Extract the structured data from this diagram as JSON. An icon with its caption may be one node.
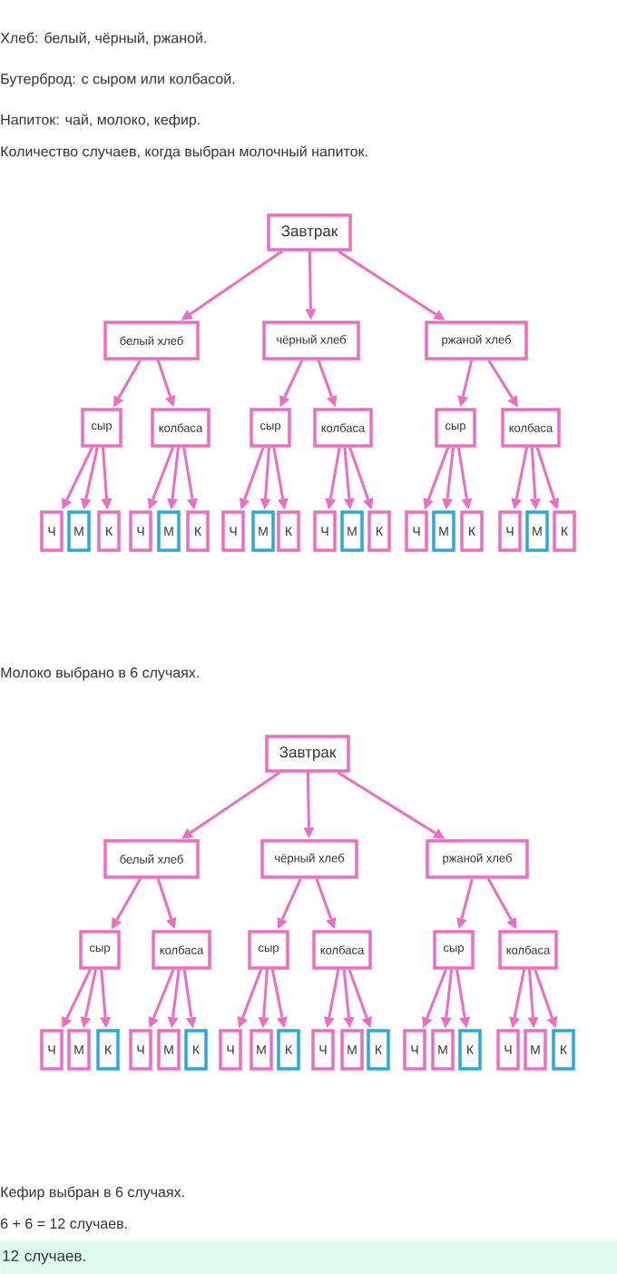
{
  "diagram": {
    "nodes": [
      {
        "text": [
          "Завтрак"
        ]
      },
      {
        "text": [
          "белый хлеб"
        ]
      },
      {
        "text": [
          "чёрный хлеб"
        ]
      },
      {
        "text": [
          "ржаной хлеб"
        ]
      },
      {
        "text": [
          "сыр"
        ]
      },
      {
        "text": [
          "колбаса"
        ]
      },
      {
        "text": [
          "сыр"
        ]
      },
      {
        "text": [
          "колбаса"
        ]
      },
      {
        "text": [
          "сыр"
        ]
      },
      {
        "text": [
          "колбаса"
        ]
      },
      {
        "text": [
          "Ч"
        ]
      },
      {
        "text": [
          "М"
        ]
      },
      {
        "text": [
          "К"
        ]
      },
      {
        "text": [
          "Ч"
        ]
      },
      {
        "text": [
          "М"
        ]
      },
      {
        "text": [
          "К"
        ]
      },
      {
        "text": [
          "Ч"
        ]
      },
      {
        "text": [
          "М"
        ]
      },
      {
        "text": [
          "К"
        ]
      },
      {
        "text": [
          "Ч"
        ]
      },
      {
        "text": [
          "М"
        ]
      },
      {
        "text": [
          "К"
        ]
      },
      {
        "text": [
          "Ч"
        ]
      },
      {
        "text": [
          "М"
        ]
      },
      {
        "text": [
          "К"
        ]
      },
      {
        "text": [
          "Ч"
        ]
      },
      {
        "text": [
          "М"
        ]
      },
      {
        "text": [
          "К"
        ]
      },
      {
        "text": [
          "Завтрак"
        ]
      },
      {
        "text": [
          "белый хлеб"
        ]
      },
      {
        "text": [
          "чёрный хлеб"
        ]
      },
      {
        "text": [
          "ржаной хлеб"
        ]
      },
      {
        "text": [
          "сыр"
        ]
      },
      {
        "text": [
          "колбаса"
        ]
      },
      {
        "text": [
          "сыр"
        ]
      },
      {
        "text": [
          "колбаса"
        ]
      },
      {
        "text": [
          "сыр"
        ]
      },
      {
        "text": [
          "колбаса"
        ]
      },
      {
        "text": [
          "Ч"
        ]
      },
      {
        "text": [
          "М"
        ]
      },
      {
        "text": [
          "К"
        ]
      },
      {
        "text": [
          "Ч"
        ]
      },
      {
        "text": [
          "М"
        ]
      },
      {
        "text": [
          "К"
        ]
      },
      {
        "text": [
          "Ч"
        ]
      },
      {
        "text": [
          "М"
        ]
      },
      {
        "text": [
          "К"
        ]
      },
      {
        "text": [
          "Ч"
        ]
      },
      {
        "text": [
          "М"
        ]
      },
      {
        "text": [
          "К"
        ]
      },
      {
        "text": [
          "Ч"
        ]
      },
      {
        "text": [
          "М"
        ]
      },
      {
        "text": [
          "К"
        ]
      },
      {
        "text": [
          "Ч"
        ]
      },
      {
        "text": [
          "М"
        ]
      },
      {
        "text": [
          "К"
        ]
      },
      {
        "text": [
          "12 случаев."
        ]
      }
    ],
    "edges": [
      {
        "from": 0,
        "to": 1,
        "arrow": "to"
      },
      {
        "from": 0,
        "to": 2,
        "arrow": "to"
      },
      {
        "from": 0,
        "to": 3,
        "arrow": "to"
      },
      {
        "from": 1,
        "to": 4,
        "arrow": "to"
      },
      {
        "from": 1,
        "to": 5,
        "arrow": "to"
      },
      {
        "from": 2,
        "to": 6,
        "arrow": "to"
      },
      {
        "from": 2,
        "to": 7,
        "arrow": "to"
      },
      {
        "from": 3,
        "to": 8,
        "arrow": "to"
      },
      {
        "from": 3,
        "to": 9,
        "arrow": "to"
      },
      {
        "from": 4,
        "to": 10,
        "arrow": "to"
      },
      {
        "from": 4,
        "to": 11,
        "arrow": "to"
      },
      {
        "from": 4,
        "to": 12,
        "arrow": "to"
      },
      {
        "from": 5,
        "to": 13,
        "arrow": "to"
      },
      {
        "from": 5,
        "to": 14,
        "arrow": "to"
      },
      {
        "from": 5,
        "to": 15,
        "arrow": "to"
      },
      {
        "from": 6,
        "to": 16,
        "arrow": "to"
      },
      {
        "from": 6,
        "to": 17,
        "arrow": "to"
      },
      {
        "from": 6,
        "to": 18,
        "arrow": "to"
      },
      {
        "from": 7,
        "to": 19,
        "arrow": "to"
      },
      {
        "from": 7,
        "to": 20,
        "arrow": "to"
      },
      {
        "from": 7,
        "to": 21,
        "arrow": "to"
      },
      {
        "from": 8,
        "to": 22,
        "arrow": "to"
      },
      {
        "from": 8,
        "to": 23,
        "arrow": "to"
      },
      {
        "from": 8,
        "to": 24,
        "arrow": "to"
      },
      {
        "from": 9,
        "to": 25,
        "arrow": "to"
      },
      {
        "from": 9,
        "to": 26,
        "arrow": "to"
      },
      {
        "from": 9,
        "to": 27,
        "arrow": "to"
      },
      {
        "from": 28,
        "to": 29,
        "arrow": "to"
      },
      {
        "from": 28,
        "to": 30,
        "arrow": "to"
      },
      {
        "from": 28,
        "to": 31,
        "arrow": "to"
      },
      {
        "from": 29,
        "to": 32,
        "arrow": "to"
      },
      {
        "from": 29,
        "to": 33,
        "arrow": "to"
      },
      {
        "from": 30,
        "to": 34,
        "arrow": "to"
      },
      {
        "from": 30,
        "to": 35,
        "arrow": "to"
      },
      {
        "from": 31,
        "to": 36,
        "arrow": "to"
      },
      {
        "from": 31,
        "to": 37,
        "arrow": "to"
      },
      {
        "from": 32,
        "to": 38,
        "arrow": "to"
      },
      {
        "from": 32,
        "to": 39,
        "arrow": "to"
      },
      {
        "from": 32,
        "to": 40,
        "arrow": "to"
      },
      {
        "from": 33,
        "to": 41,
        "arrow": "to"
      },
      {
        "from": 33,
        "to": 42,
        "arrow": "to"
      },
      {
        "from": 33,
        "to": 43,
        "arrow": "to"
      },
      {
        "from": 34,
        "to": 44,
        "arrow": "to"
      },
      {
        "from": 34,
        "to": 45,
        "arrow": "to"
      },
      {
        "from": 34,
        "to": 46,
        "arrow": "to"
      },
      {
        "from": 35,
        "to": 47,
        "arrow": "to"
      },
      {
        "from": 35,
        "to": 48,
        "arrow": "to"
      },
      {
        "from": 35,
        "to": 49,
        "arrow": "to"
      },
      {
        "from": 36,
        "to": 50,
        "arrow": "to"
      },
      {
        "from": 36,
        "to": 51,
        "arrow": "to"
      },
      {
        "from": 36,
        "to": 52,
        "arrow": "to"
      },
      {
        "from": 37,
        "to": 53,
        "arrow": "to"
      },
      {
        "from": 37,
        "to": 54,
        "arrow": "to"
      },
      {
        "from": 37,
        "to": 55,
        "arrow": "to"
      }
    ],
    "labels": [
      "Хлеб: белый, чёрный, ржаной.",
      "Бутерброд: с сыром или колбасой.",
      "Напиток: чай, молоко, кефир.",
      "Количество случаев, когда выбран молочный напиток.",
      "Молоко выбрано в 6 случаях.",
      "Кефир выбран в 6 случаях.",
      "6 + 6 = 12 случаев."
    ]
  }
}
